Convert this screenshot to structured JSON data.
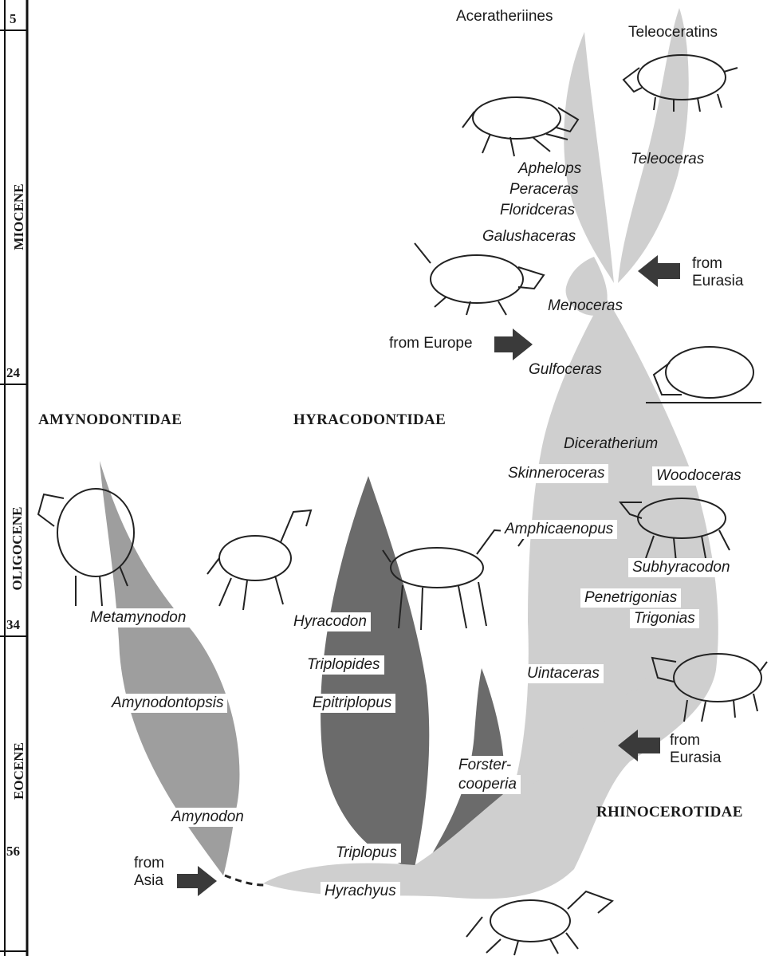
{
  "time_scale": {
    "epochs": [
      {
        "name": "MIOCENE"
      },
      {
        "name": "OLIGOCENE"
      },
      {
        "name": "EOCENE"
      }
    ],
    "ages": [
      "5",
      "24",
      "34",
      "56"
    ]
  },
  "families": {
    "amynodontidae": "AMYNODONTIDAE",
    "hyracodontidae": "HYRACODONTIDAE",
    "rhinocerotidae": "RHINOCEROTIDAE"
  },
  "groups": {
    "aceratheriines": "Aceratheriines",
    "teleoceratins": "Teleoceratins"
  },
  "genera": {
    "teleoceras": "Teleoceras",
    "aphelops": "Aphelops",
    "peraceras": "Peraceras",
    "floridceras": "Floridceras",
    "galushaceras": "Galushaceras",
    "menoceras": "Menoceras",
    "gulfoceras": "Gulfoceras",
    "diceratherium": "Diceratherium",
    "skinneroceras": "Skinneroceras",
    "woodoceras": "Woodoceras",
    "amphicaenopus": "Amphicaenopus",
    "subhyracodon": "Subhyracodon",
    "penetrigonias": "Penetrigonias",
    "trigonias": "Trigonias",
    "uintaceras": "Uintaceras",
    "metamynodon": "Metamynodon",
    "amynodontopsis": "Amynodontopsis",
    "amynodon": "Amynodon",
    "hyracodon": "Hyracodon",
    "triplopides": "Triplopides",
    "epitriplopus": "Epitriplopus",
    "forstercooperia_1": "Forster-",
    "forstercooperia_2": "cooperia",
    "triplopus": "Triplopus",
    "hyrachyus": "Hyrachyus"
  },
  "migrations": {
    "from_eurasia_top_1": "from",
    "from_eurasia_top_2": "Eurasia",
    "from_europe": "from Europe",
    "from_eurasia_bottom_1": "from",
    "from_eurasia_bottom_2": "Eurasia",
    "from_asia_1": "from",
    "from_asia_2": "Asia"
  },
  "colors": {
    "light_branch": "#cfcfcf",
    "medium_branch": "#9e9e9e",
    "dark_branch": "#6b6b6b",
    "arrow": "#3a3a3a"
  }
}
